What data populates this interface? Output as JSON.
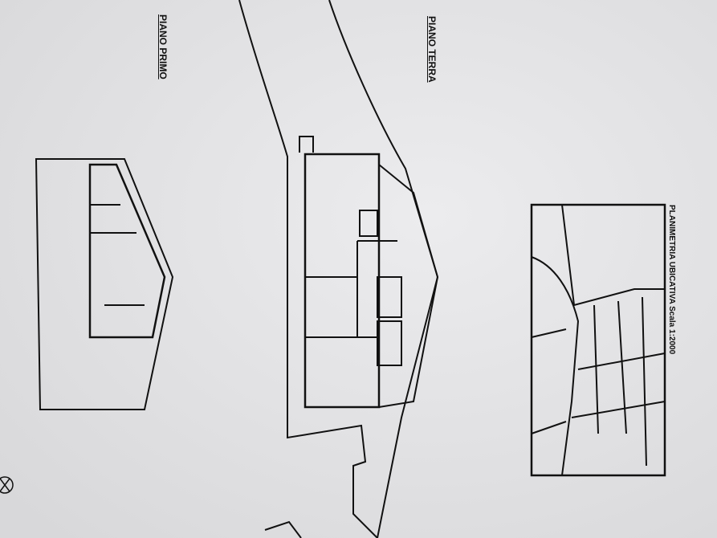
{
  "plan": {
    "first_floor_title": "PIANO PRIMO",
    "ground_floor_title": "PIANO TERRA",
    "location_map_title": "PLANIMETRIA UBICATIVA Scala 1:2000"
  },
  "colors": {
    "paper": "#e4e4e6",
    "ink": "#111111"
  }
}
